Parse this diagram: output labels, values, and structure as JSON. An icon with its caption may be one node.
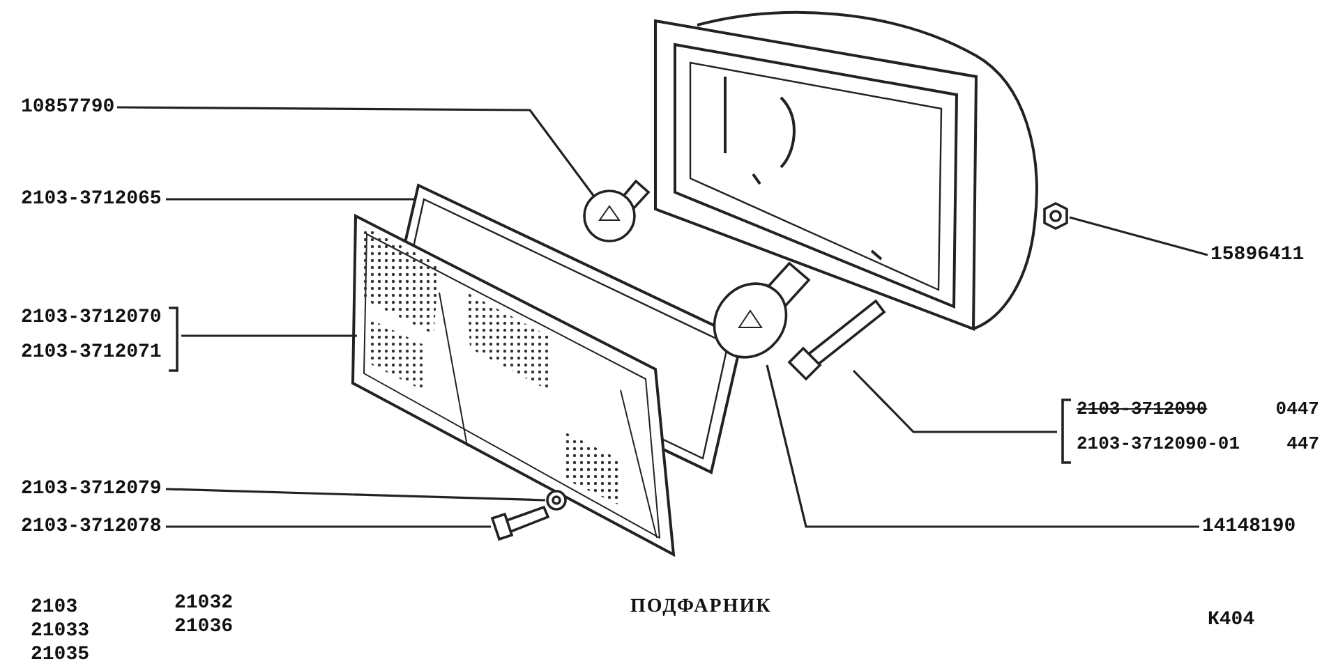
{
  "diagram": {
    "title": "ПОДФАРНИК",
    "nodes": [
      {
        "text": [
          "10857790"
        ]
      },
      {
        "text": [],
        "shape": "picture"
      },
      {
        "text": [
          "2103-3712065"
        ]
      },
      {
        "text": [],
        "shape": "picture"
      },
      {
        "text": [
          "2103-3712070",
          "2103-3712071"
        ]
      },
      {
        "text": [],
        "shape": "picture"
      },
      {
        "text": [
          "2103-3712079"
        ]
      },
      {
        "text": [],
        "shape": "picture"
      },
      {
        "text": [
          "2103-3712078"
        ]
      },
      {
        "text": [],
        "shape": "picture"
      },
      {
        "text": [
          "15896411"
        ]
      },
      {
        "text": [],
        "shape": "picture"
      },
      {
        "text": [
          "2103-3712090",
          "0447",
          "2103-3712090-01",
          "447"
        ]
      },
      {
        "text": [],
        "shape": "picture"
      },
      {
        "text": [
          "14148190"
        ]
      },
      {
        "text": [],
        "shape": "picture"
      }
    ],
    "edges": [
      {
        "from": 0,
        "to": 1,
        "arrow": "none"
      },
      {
        "from": 2,
        "to": 3,
        "arrow": "none"
      },
      {
        "from": 4,
        "to": 5,
        "arrow": "none"
      },
      {
        "from": 6,
        "to": 7,
        "arrow": "none"
      },
      {
        "from": 8,
        "to": 9,
        "arrow": "none"
      },
      {
        "from": 10,
        "to": 11,
        "arrow": "none"
      },
      {
        "from": 12,
        "to": 13,
        "arrow": "none"
      },
      {
        "from": 14,
        "to": 15,
        "arrow": "none"
      }
    ],
    "labels": [
      "2103",
      "21032",
      "21033",
      "21036",
      "21035",
      "К404"
    ]
  }
}
